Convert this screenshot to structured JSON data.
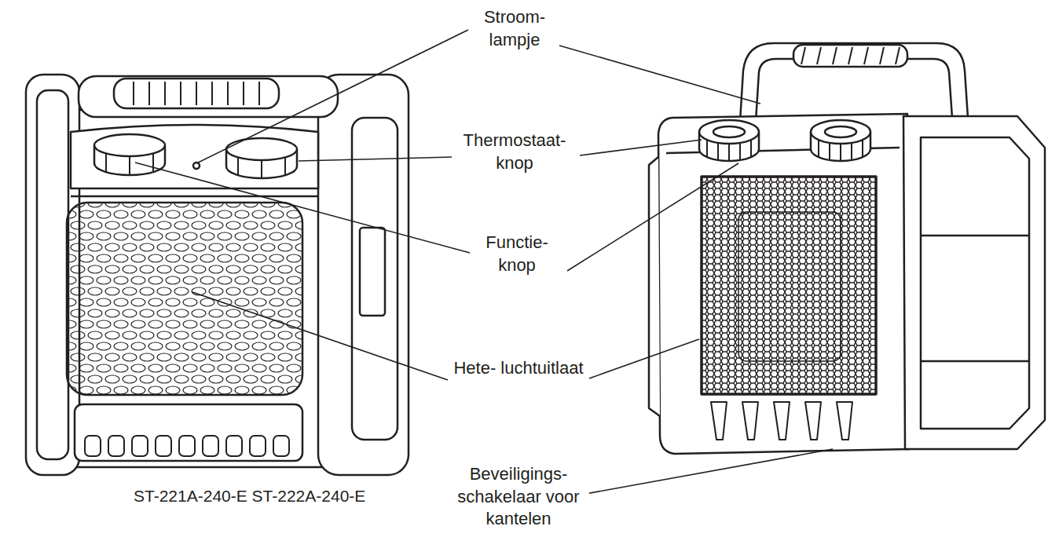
{
  "diagram": {
    "labels": [
      "Stroom- lampje",
      "Thermostaat- knop",
      "Functie- knop",
      "Hete- luchtuitlaat",
      "Beveiligings- schakelaar voor kantelen",
      "ST-221A-240-E ST-222A-240-E"
    ]
  }
}
